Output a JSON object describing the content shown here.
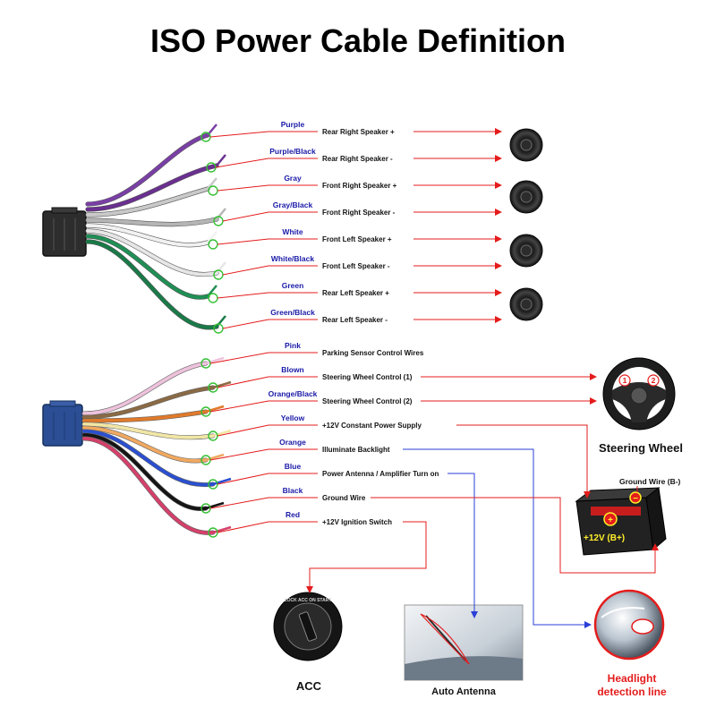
{
  "title": "ISO Power Cable Definition",
  "colors": {
    "label_blue": "#1a1aa8",
    "pointer_red": "#e41c1c",
    "pointer_blue": "#2a3fd8",
    "marker_green": "#35c035"
  },
  "speaker_wires": [
    {
      "color_name": "Purple",
      "function": "Rear Right Speaker +",
      "wire_hex": "#7a3fa6"
    },
    {
      "color_name": "Purple/Black",
      "function": "Rear Right Speaker -",
      "wire_hex": "#6a3090"
    },
    {
      "color_name": "Gray",
      "function": "Front Right Speaker +",
      "wire_hex": "#c9c9c9"
    },
    {
      "color_name": "Gray/Black",
      "function": "Front Right Speaker -",
      "wire_hex": "#b5b5b5"
    },
    {
      "color_name": "White",
      "function": "Front Left Speaker +",
      "wire_hex": "#f1f1f1"
    },
    {
      "color_name": "White/Black",
      "function": "Front Left Speaker -",
      "wire_hex": "#e6e6e6"
    },
    {
      "color_name": "Green",
      "function": "Rear Left Speaker +",
      "wire_hex": "#1f8f55"
    },
    {
      "color_name": "Green/Black",
      "function": "Rear Left Speaker -",
      "wire_hex": "#197a48"
    }
  ],
  "power_wires": [
    {
      "color_name": "Pink",
      "function": "Parking Sensor Control Wires",
      "wire_hex": "#eec2dc"
    },
    {
      "color_name": "Blown",
      "function": "Steering Wheel Control  (1)",
      "wire_hex": "#8a6a44"
    },
    {
      "color_name": "Orange/Black",
      "function": "Steering Wheel Control  (2)",
      "wire_hex": "#e07a2a"
    },
    {
      "color_name": "Yellow",
      "function": "+12V Constant Power Supply",
      "wire_hex": "#f1e6a6"
    },
    {
      "color_name": "Orange",
      "function": "Illuminate Backlight",
      "wire_hex": "#f0a860"
    },
    {
      "color_name": "Blue",
      "function": "Power Antenna / Amplifier Turn on",
      "wire_hex": "#2a4fd0"
    },
    {
      "color_name": "Black",
      "function": "Ground Wire",
      "wire_hex": "#151515"
    },
    {
      "color_name": "Red",
      "function": "+12V  Ignition Switch",
      "wire_hex": "#d4406a"
    }
  ],
  "destinations": {
    "steering_wheel": "Steering Wheel",
    "steering_btn_1": "1",
    "steering_btn_2": "2",
    "ground_wire_label": "Ground Wire (B-)",
    "battery_label": "+12V  (B+)",
    "battery_plus": "+",
    "battery_minus": "−",
    "acc": "ACC",
    "ignition_markings": "LOCK  ACC  ON  START",
    "auto_antenna": "Auto Antenna",
    "headlight_line1": "Headlight",
    "headlight_line2": "detection line"
  }
}
